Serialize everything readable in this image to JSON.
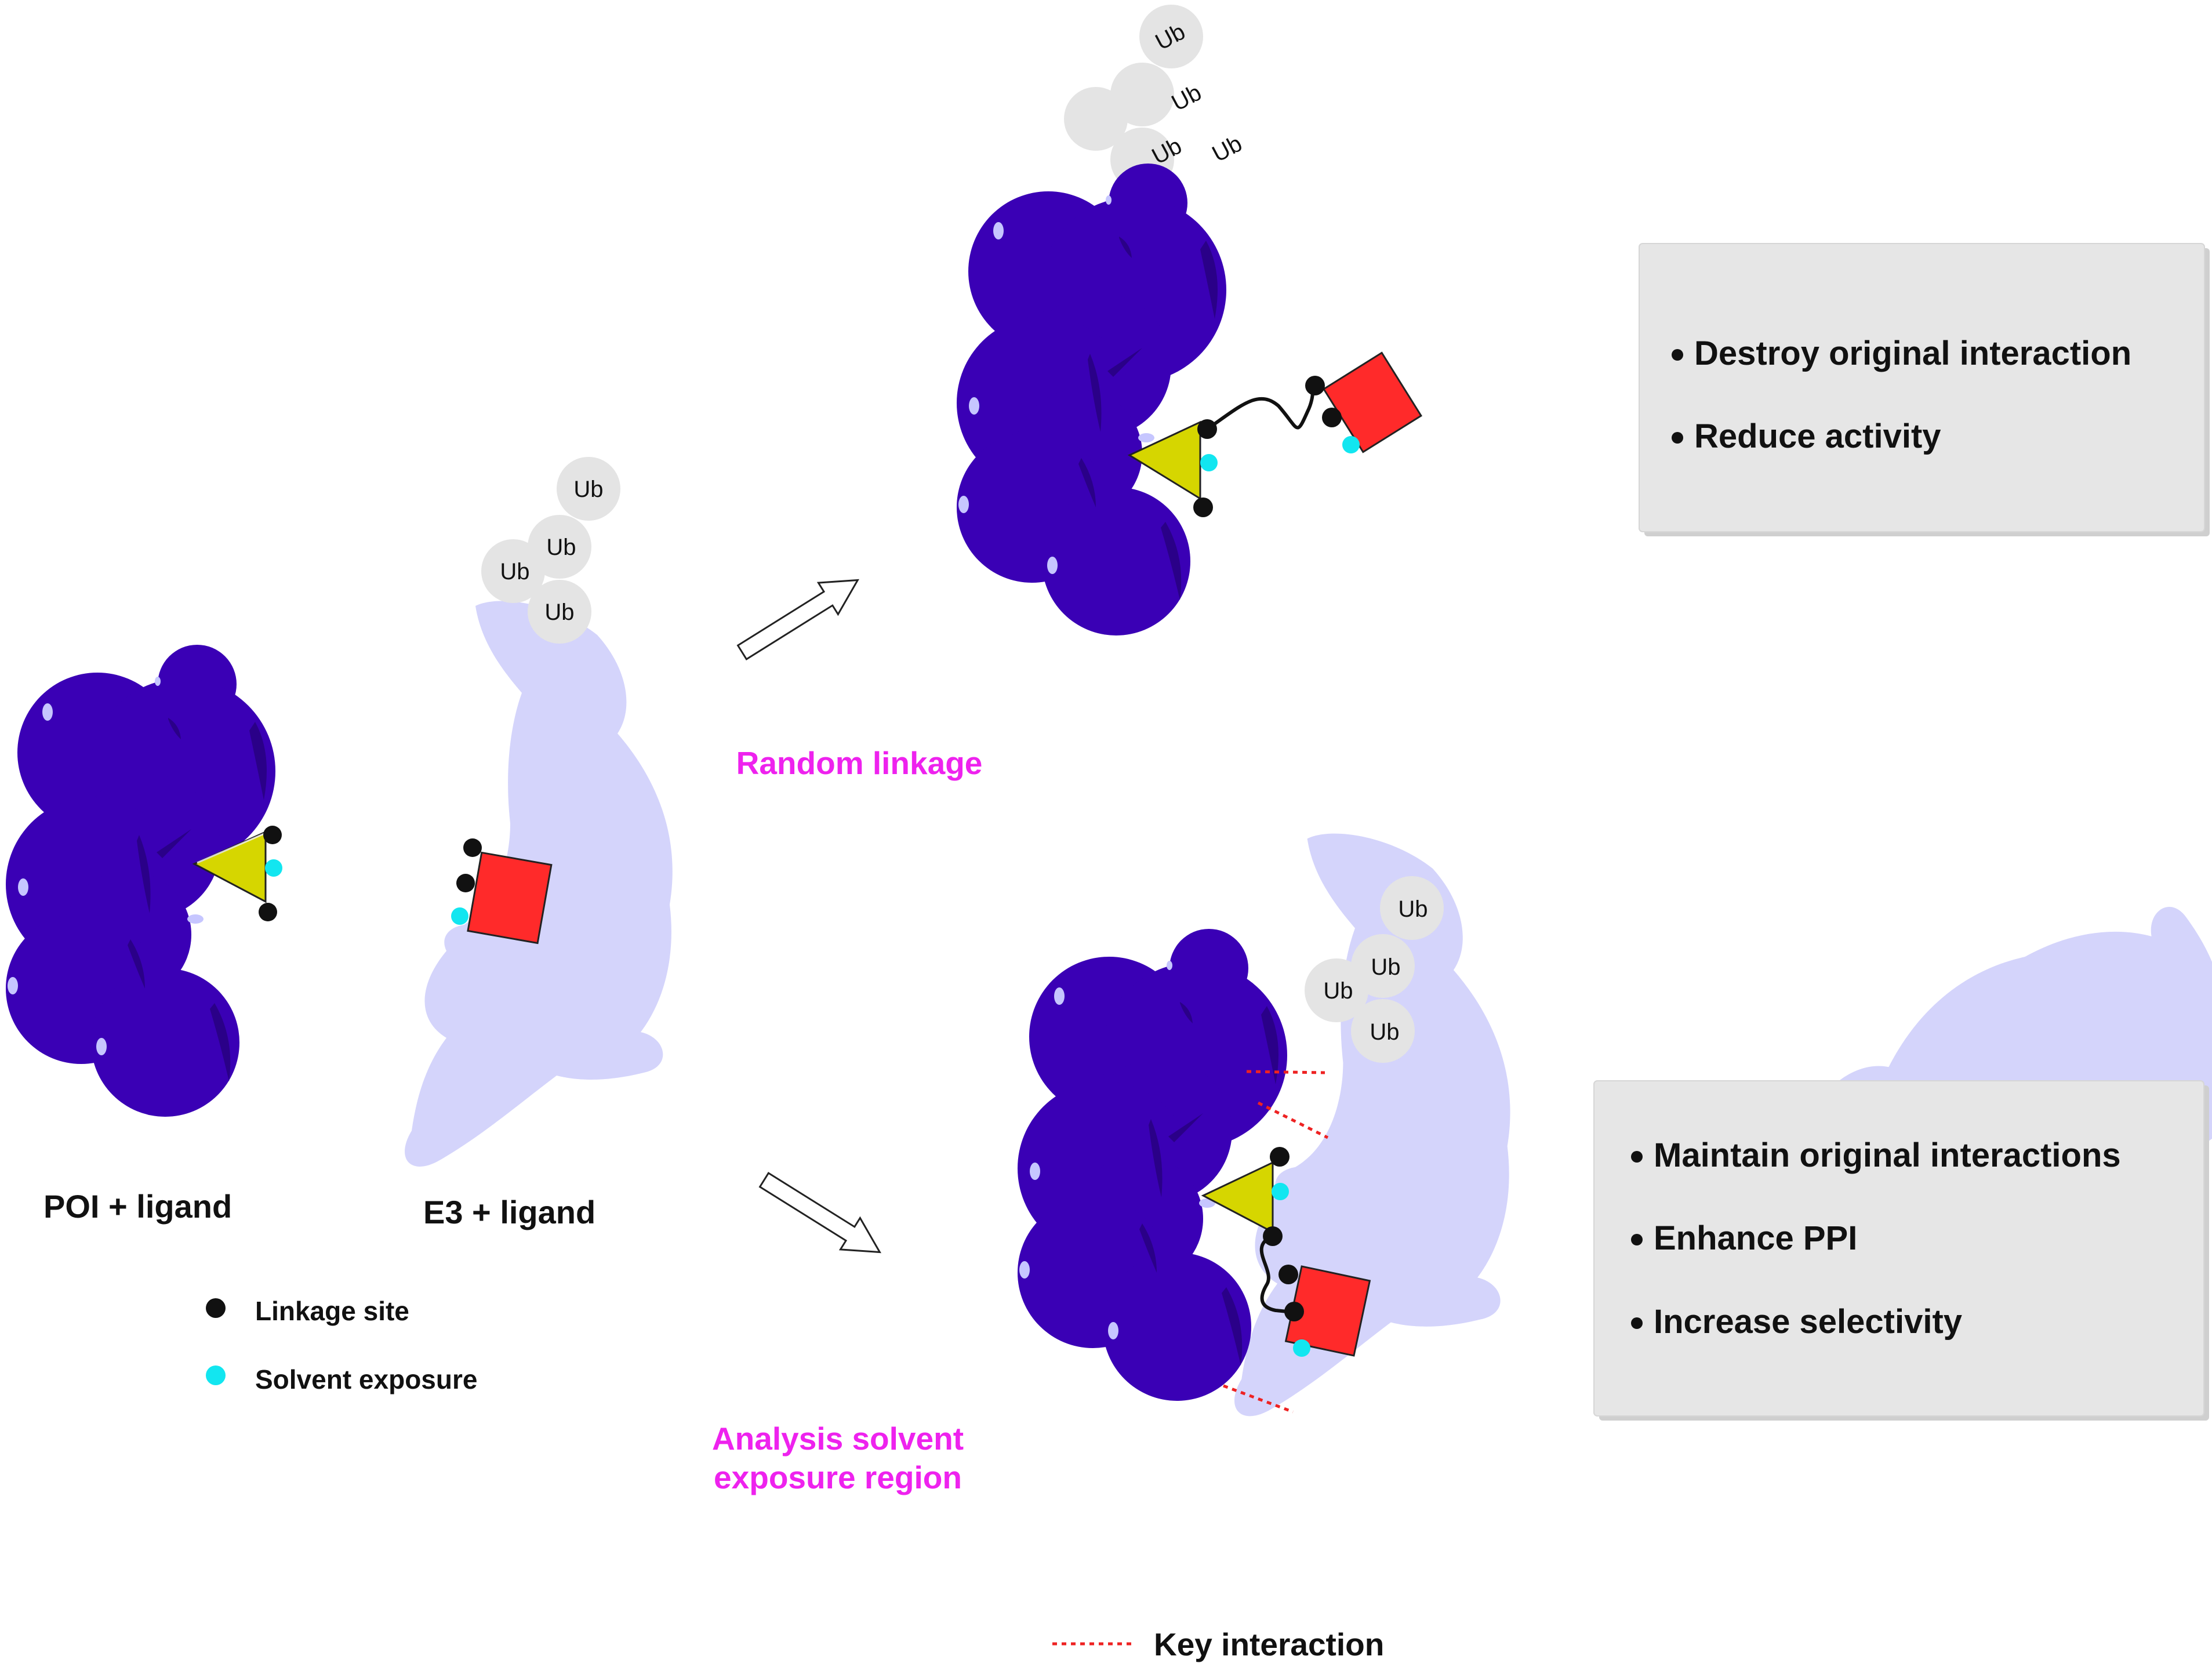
{
  "labels": {
    "poi": "POI + ligand",
    "e3": "E3 + ligand",
    "random": "Random linkage",
    "analysis_line1": "Analysis solvent",
    "analysis_line2": "exposure region",
    "ub": "Ub"
  },
  "legend": {
    "linkage": "Linkage site",
    "solvent": "Solvent exposure",
    "key": "Key interaction"
  },
  "box_top": {
    "items": [
      "Destroy original interaction",
      "Reduce activity"
    ]
  },
  "box_bottom": {
    "items": [
      "Maintain original interactions",
      "Enhance PPI",
      "Increase selectivity"
    ]
  },
  "colors": {
    "poi": "#3a00b5",
    "e3": "#d4d4fb",
    "ub": "#e4e4e4",
    "ligand_poi": "#d6d600",
    "ligand_e3": "#ff2a2a",
    "linkage": "#111111",
    "solvent": "#12e6f0",
    "key_interaction": "#ee2222",
    "accent_text": "#ee22ee",
    "box_fill": "#e6e6e6"
  }
}
